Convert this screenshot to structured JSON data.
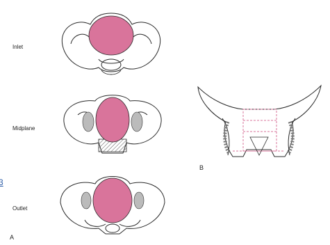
{
  "labels": {
    "inlet": "Inlet",
    "midplane": "Midplane",
    "outlet": "Outlet",
    "panel_a": "A",
    "panel_b": "B",
    "edge_mark": "3"
  },
  "colors": {
    "cavity": "#d9749b",
    "outline": "#2a2a2a",
    "dashed_region": "#d9749b",
    "edge_mark": "#2f5fa8"
  },
  "icons": [
    "pelvis-inlet-drawing",
    "pelvis-midplane-drawing",
    "pelvis-outlet-drawing",
    "pelvis-frontal-view-drawing"
  ]
}
